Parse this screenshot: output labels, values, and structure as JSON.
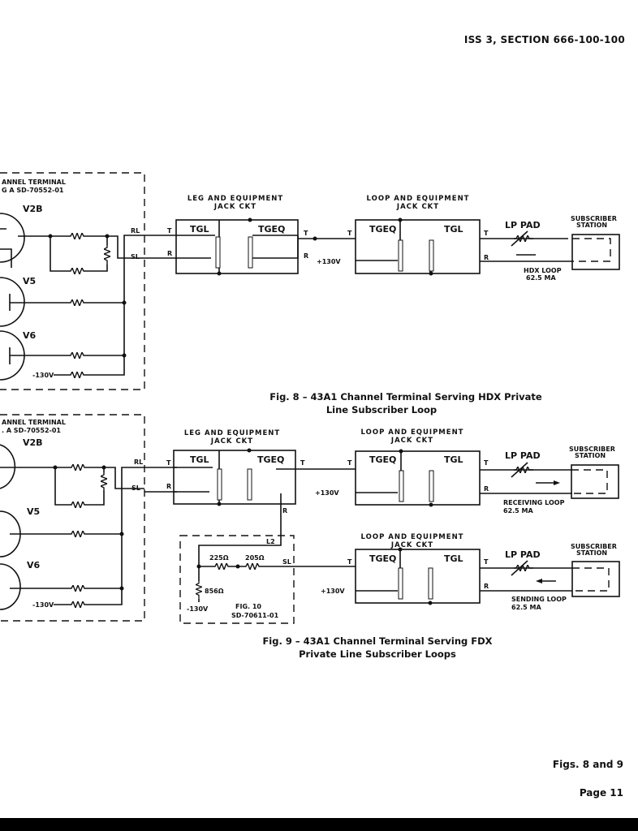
{
  "header": {
    "section": "ISS 3, SECTION 666-100-100"
  },
  "fig8": {
    "caption_line1": "Fig. 8 – 43A1 Channel Terminal Serving HDX Private",
    "caption_line2": "Line Subscriber Loop",
    "terminal_label1": "ANNEL TERMINAL",
    "terminal_label2": "G A SD-70552-01",
    "tubes": [
      "V2B",
      "V5",
      "V6"
    ],
    "minus130": "-130V",
    "rl": "RL",
    "sl": "SL",
    "leg_jack_title1": "LEG AND EQUIPMENT",
    "leg_jack_title2": "JACK CKT",
    "loop_jack_title1": "LOOP AND EQUIPMENT",
    "loop_jack_title2": "JACK CKT",
    "tgl": "TGL",
    "tgeq": "TGEQ",
    "t": "T",
    "r": "R",
    "plus130": "+130V",
    "lp_pad": "LP PAD",
    "subscriber1": "SUBSCRIBER",
    "subscriber2": "STATION",
    "loop_name": "HDX LOOP",
    "loop_current": "62.5 MA"
  },
  "fig9": {
    "caption_line1": "Fig. 9 – 43A1 Channel Terminal Serving FDX",
    "caption_line2": "Private Line Subscriber Loops",
    "terminal_label1": "ANNEL TERMINAL",
    "terminal_label2": ". A SD-70552-01",
    "tubes": [
      "V2B",
      "V5",
      "V6"
    ],
    "minus130": "-130V",
    "rl": "RL",
    "sl": "SL",
    "leg_jack_title1": "LEG AND EQUIPMENT",
    "leg_jack_title2": "JACK CKT",
    "loop_jack_title1": "LOOP AND EQUIPMENT",
    "loop_jack_title2": "JACK CKT",
    "tgl": "TGL",
    "tgeq": "TGEQ",
    "t": "T",
    "r": "R",
    "plus130": "+130V",
    "lp_pad": "LP PAD",
    "subscriber1": "SUBSCRIBER",
    "subscriber2": "STATION",
    "receiving_loop": "RECEIVING LOOP",
    "sending_loop": "SENDING LOOP",
    "loop_current": "62.5 MA",
    "fig10": {
      "l2": "L2",
      "sl": "SL",
      "r1": "225Ω",
      "r2": "205Ω",
      "r3": "856Ω",
      "minus130": "-130V",
      "label1": "FIG. 10",
      "label2": "SD-70611-01"
    }
  },
  "footer": {
    "figs": "Figs. 8 and 9",
    "page": "Page 11"
  }
}
